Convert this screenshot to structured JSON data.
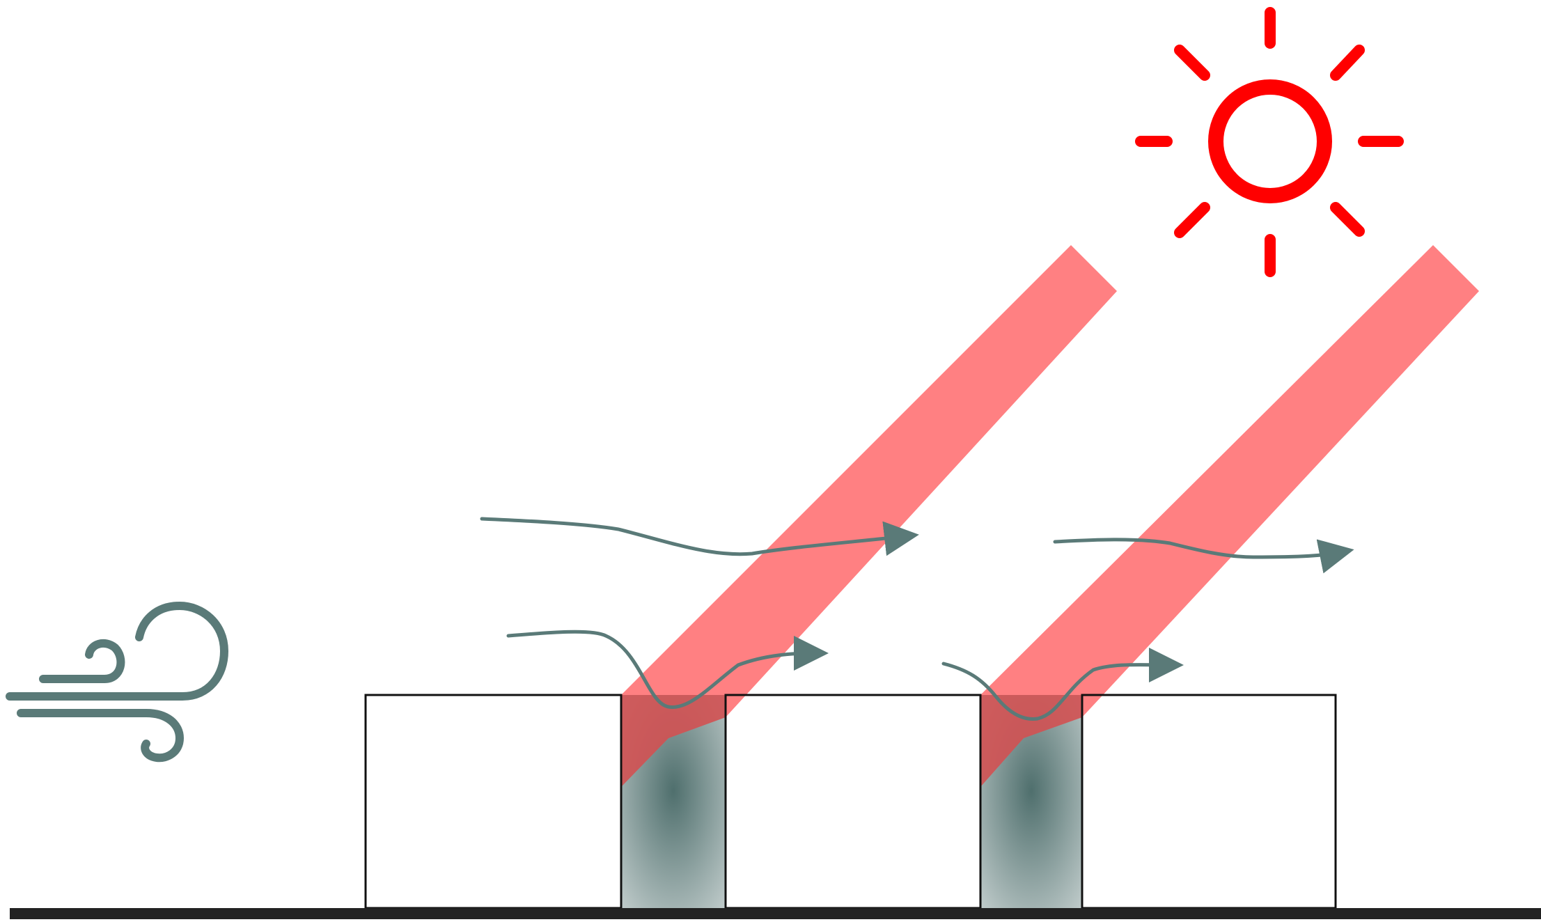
{
  "diagram": {
    "description_visible_text": "",
    "colors": {
      "sun": "#ff0000",
      "sunlight_beam": "#ff6a6c",
      "wind_flow": "#5a7a78",
      "canyon_shade": "#4f6f6d",
      "building_outline": "#111111",
      "ground": "#222222"
    },
    "icons": {
      "sun": "sun-icon",
      "wind": "wind-icon"
    },
    "elements": {
      "buildings_count": 3,
      "street_canyons_count": 2,
      "sun_beams_count": 2,
      "wind_streamlines_count": 4
    }
  }
}
